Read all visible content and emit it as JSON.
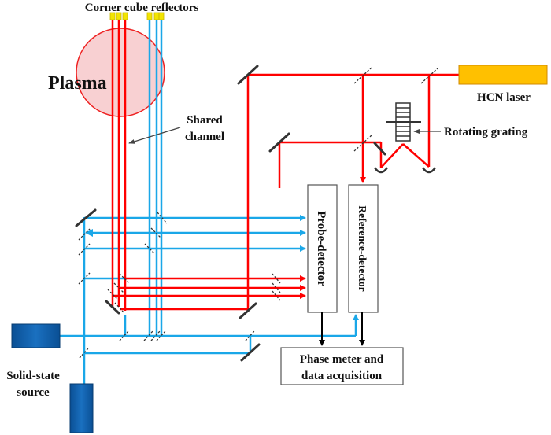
{
  "labels": {
    "corner_cube": "Corner cube reflectors",
    "plasma": "Plasma",
    "shared_channel_line1": "Shared",
    "shared_channel_line2": "channel",
    "hcn_laser": "HCN laser",
    "rotating_grating": "Rotating grating",
    "probe_detector": "Probe-detector",
    "reference_detector": "Reference-detector",
    "phase_meter_line1": "Phase meter and",
    "phase_meter_line2": "data acquisition",
    "solid_state_line1": "Solid-state",
    "solid_state_line2": "source"
  },
  "colors": {
    "hcn_beam": "#ff0000",
    "solid_state_beam": "#1aa7e8",
    "hcn_laser_fill": "#ffc000",
    "hcn_laser_stroke": "#d08a00",
    "solid_state_fill": "#1060a8",
    "corner_cube": "#f2e400",
    "plasma_fill": "#f8d0d2",
    "plasma_stroke": "#ee2222",
    "mirror": "#333333",
    "signal_arrow": "#000000"
  }
}
